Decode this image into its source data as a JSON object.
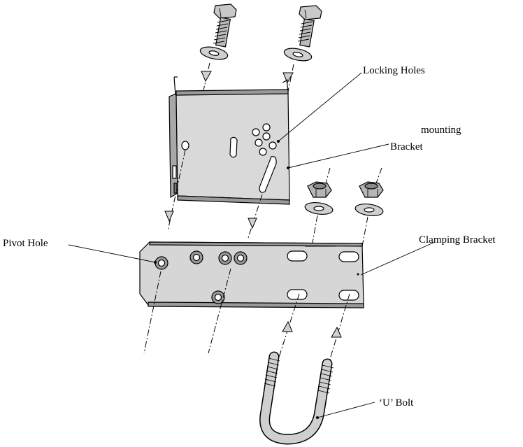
{
  "labels": {
    "locking_holes": "Locking Holes",
    "mounting": "mounting",
    "bracket": "Bracket",
    "pivot_hole": "Pivot Hole",
    "clamping_bracket": "Clamping Bracket",
    "u_bolt": "‘U’ Bolt"
  },
  "colors": {
    "metal_fill": "#d6d6d6",
    "metal_dark": "#9a9a9a",
    "line": "#000000",
    "background": "#ffffff"
  }
}
